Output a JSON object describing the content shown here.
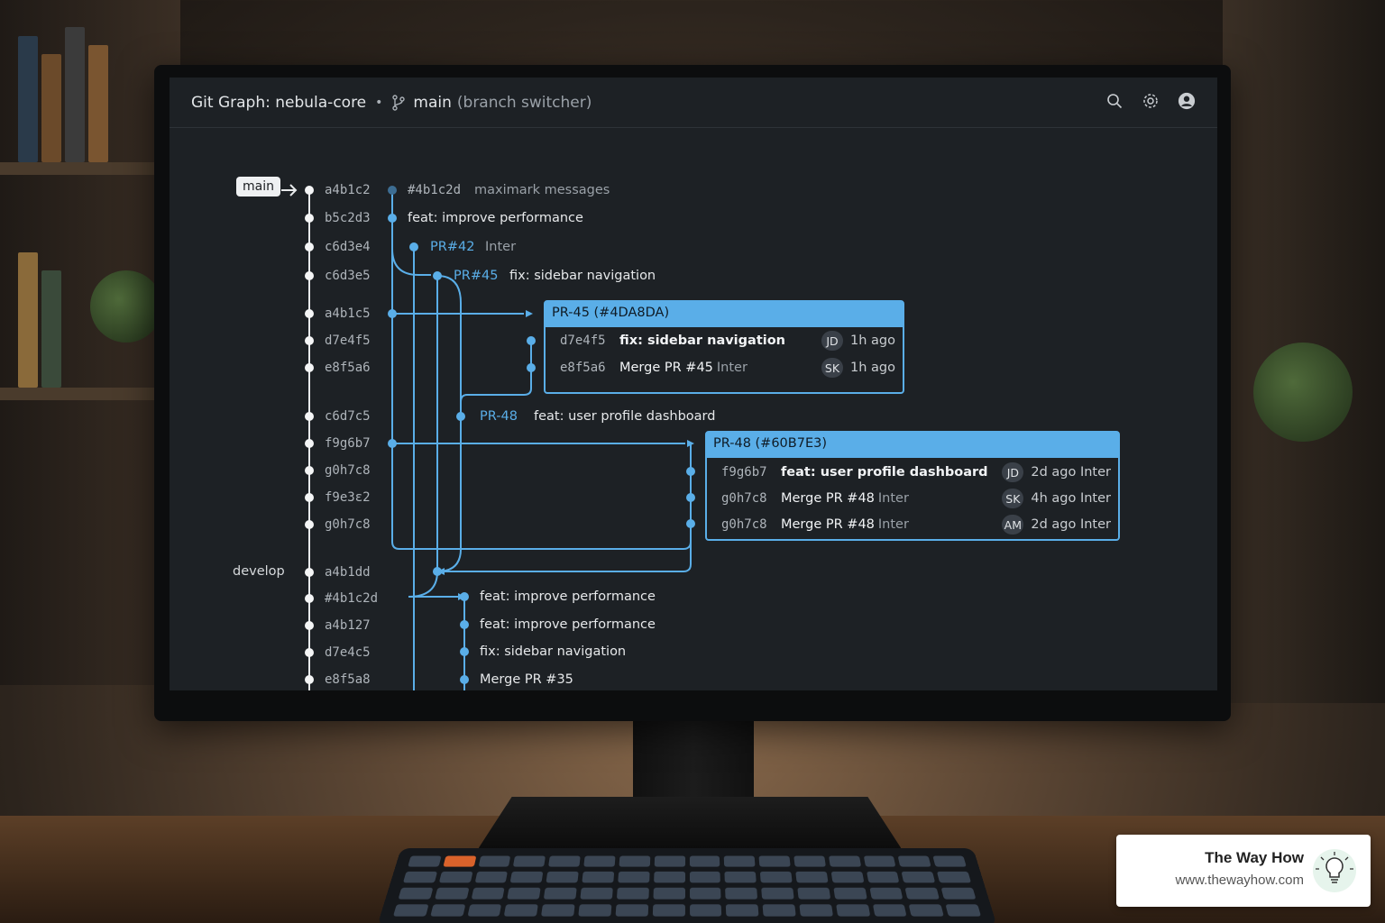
{
  "window": {
    "title": "Git Graph: nebula-core",
    "separator": "•",
    "branch": "main",
    "branch_note": "(branch switcher)",
    "icons": [
      "search-icon",
      "settings-icon",
      "user-icon"
    ]
  },
  "tags": {
    "main": "main",
    "develop": "develop"
  },
  "left_hashes": [
    "a4b1c2",
    "b5c2d3",
    "c6d3e4",
    "c6d3e5",
    "a4b1c5",
    "d7e4f5",
    "e8f5a6",
    "c6d7c5",
    "f9g6b7",
    "g0h7c8",
    "f9e3ε2",
    "g0h7c8",
    "a4b1dd",
    "#4b1c2d",
    "a4b127",
    "d7e4c5",
    "e8f5a8"
  ],
  "commits": [
    {
      "hash": "#4b1c2d",
      "message": "maximark messages"
    },
    {
      "message": "feat: improve performance"
    },
    {
      "pr": "PR#42",
      "message": "Inter"
    },
    {
      "pr": "PR#45",
      "message": "fix: sidebar navigation"
    },
    {
      "pr": "PR-48",
      "message": "feat: user profile dashboard"
    },
    {
      "message": "feat: improve performance"
    },
    {
      "message": "feat: improve performance"
    },
    {
      "message": "fix: sidebar navigation"
    },
    {
      "message": "Merge PR #35"
    }
  ],
  "pr_boxes": [
    {
      "header": "PR-45 (#4DA8DA)",
      "rows": [
        {
          "hash": "d7e4f5",
          "message": "fix: sidebar navigation",
          "bold": true,
          "suffix": "",
          "avatar": "JD",
          "time": "1h ago"
        },
        {
          "hash": "e8f5a6",
          "message": "Merge PR #45",
          "bold": false,
          "suffix": "Inter",
          "avatar": "SK",
          "time": "1h ago"
        }
      ]
    },
    {
      "header": "PR-48 (#60B7E3)",
      "rows": [
        {
          "hash": "f9g6b7",
          "message": "feat: user profile dashboard",
          "bold": true,
          "suffix": "",
          "avatar": "JD",
          "time": "2d ago Inter"
        },
        {
          "hash": "g0h7c8",
          "message": "Merge PR #48",
          "bold": false,
          "suffix": "Inter",
          "avatar": "SK",
          "time": "4h ago Inter"
        },
        {
          "hash": "g0h7c8",
          "message": "Merge PR #48",
          "bold": false,
          "suffix": "Inter",
          "avatar": "AM",
          "time": "2d ago Inter"
        }
      ]
    }
  ],
  "colors": {
    "accent": "#5aaee8",
    "screen_bg": "#1d2125",
    "main_line": "#e8eaec"
  },
  "watermark": {
    "name": "The Way How",
    "url": "www.thewayhow.com"
  }
}
